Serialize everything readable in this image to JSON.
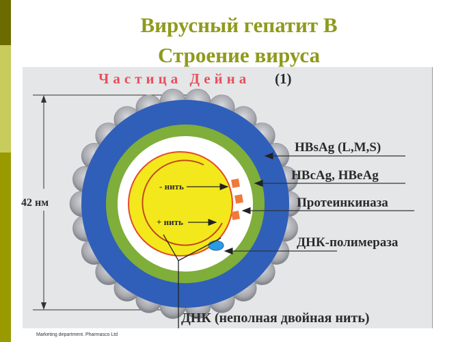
{
  "slide": {
    "title_line1": "Вирусный гепатит В",
    "title_line2": "Строение вируса",
    "footer": "Marketing department. Pharmasco Ltd"
  },
  "figure": {
    "heading": "Частица Дейна",
    "heading_ref": "(1)",
    "size_label": "42 нм",
    "minus_strand": "- нить",
    "plus_strand": "+ нить",
    "labels": [
      {
        "text": "HBsAg (L,M,S)"
      },
      {
        "text": "HBcAg, HBeAg"
      },
      {
        "text": "Протеинкиназа"
      },
      {
        "text": "ДНК-полимераза"
      },
      {
        "text": "ДНК (неполная двойная нить)"
      }
    ]
  },
  "colors": {
    "title": "#8f9a1c",
    "heading": "#e8505a",
    "envelope": "#2f5fb8",
    "capsid": "#7fae3a",
    "inner": "#ffffff",
    "core": "#f3e81c",
    "strand": "#e24a2a",
    "kinase": "#f07a3a",
    "polymerase": "#2a9be0"
  }
}
